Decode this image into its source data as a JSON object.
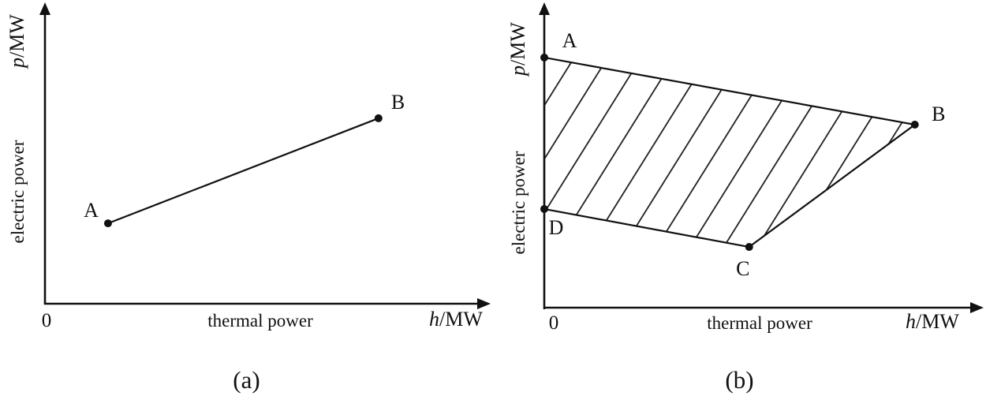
{
  "figure": {
    "colors": {
      "ink": "#111111",
      "background": "#ffffff"
    },
    "panels": [
      {
        "caption": "(a)",
        "y_axis": {
          "title_var": "p",
          "title_unit": "/MW",
          "label": "electric power"
        },
        "x_axis": {
          "title_var": "h",
          "title_unit": "/MW",
          "label": "thermal power",
          "origin": "0"
        },
        "points": [
          {
            "name": "A",
            "x": 0.148,
            "y": 0.283,
            "label_dx": -12,
            "label_dy": -8,
            "label_anchor": "end"
          },
          {
            "name": "B",
            "x": 0.783,
            "y": 0.653,
            "label_dx": 16,
            "label_dy": -12,
            "label_anchor": "start"
          }
        ],
        "segments": [
          [
            0,
            1
          ]
        ],
        "region": null,
        "hatched": false
      },
      {
        "caption": "(b)",
        "y_axis": {
          "title_var": "p",
          "title_unit": "/MW",
          "label": "electric power"
        },
        "x_axis": {
          "title_var": "h",
          "title_unit": "/MW",
          "label": "thermal power",
          "origin": "0"
        },
        "points": [
          {
            "name": "A",
            "x": 0.0,
            "y": 0.857,
            "label_dx": 32,
            "label_dy": -13,
            "label_anchor": "middle"
          },
          {
            "name": "B",
            "x": 0.87,
            "y": 0.627,
            "label_dx": 30,
            "label_dy": -5,
            "label_anchor": "middle"
          },
          {
            "name": "C",
            "x": 0.481,
            "y": 0.208,
            "label_dx": -8,
            "label_dy": 36,
            "label_anchor": "middle"
          },
          {
            "name": "D",
            "x": 0.0,
            "y": 0.338,
            "label_dx": 15,
            "label_dy": 32,
            "label_anchor": "middle"
          }
        ],
        "segments": [],
        "region": [
          0,
          1,
          2,
          3
        ],
        "hatched": true
      }
    ]
  }
}
